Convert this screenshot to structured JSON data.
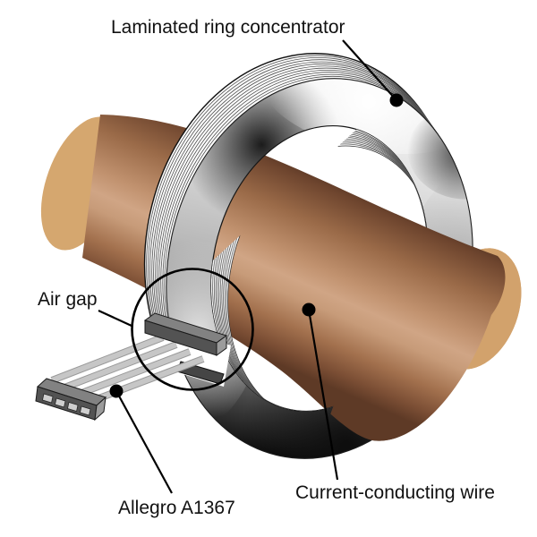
{
  "figure": {
    "labels": {
      "ring_concentrator": "Laminated ring concentrator",
      "air_gap": "Air gap",
      "sensor": "Allegro A1367",
      "wire": "Current-conducting wire"
    },
    "colors": {
      "background": "#ffffff",
      "copper_dark": "#5e3a26",
      "copper_highlight": "#d0a585",
      "wire_end_cap": "#d5a76f",
      "wire_end_cap_right": "#d2a26c",
      "ring_metal_light": "#f5f5f5",
      "ring_metal_dark": "#111111",
      "lamination_line": "#4f4f4f",
      "sensor_package_top": "#828282",
      "sensor_package_front": "#535353",
      "sensor_package_end": "#9c9c9c",
      "lead_gray": "#c6c6c6",
      "lead_edge": "#9a9a9a",
      "annotation_black": "#000000"
    }
  }
}
